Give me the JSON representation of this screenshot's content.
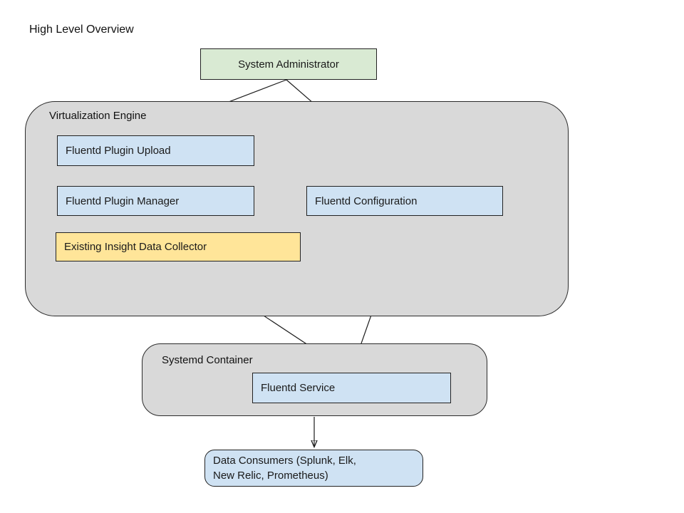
{
  "title": "High Level Overview",
  "colors": {
    "actor_green": "#d9ead3",
    "component_blue": "#cfe2f3",
    "legacy_yellow": "#ffe599",
    "container_gray": "#d9d9d9",
    "line_black": "#1c1c1c"
  },
  "containers": {
    "virtualization_engine": {
      "label": "Virtualization Engine"
    },
    "systemd_container": {
      "label": "Systemd Container"
    }
  },
  "nodes": {
    "system_administrator": {
      "label": "System Administrator"
    },
    "fluentd_plugin_upload": {
      "label": "Fluentd Plugin Upload"
    },
    "fluentd_plugin_manager": {
      "label": "Fluentd Plugin Manager"
    },
    "fluentd_configuration": {
      "label": "Fluentd Configuration"
    },
    "existing_insight_data_collector": {
      "label": "Existing Insight Data Collector"
    },
    "fluentd_service": {
      "label": "Fluentd Service"
    },
    "data_consumers": {
      "label": "Data Consumers (Splunk, Elk,\nNew Relic, Prometheus)"
    }
  },
  "edges": [
    {
      "from": "system_administrator",
      "to": "fluentd_plugin_upload"
    },
    {
      "from": "system_administrator",
      "to": "fluentd_configuration"
    },
    {
      "from": "fluentd_plugin_upload",
      "to": "fluentd_plugin_manager"
    },
    {
      "from": "fluentd_plugin_manager",
      "to": "fluentd_configuration"
    },
    {
      "from": "fluentd_configuration",
      "to": "fluentd_service"
    },
    {
      "from": "existing_insight_data_collector",
      "to": "fluentd_service"
    },
    {
      "from": "systemd_container",
      "to": "data_consumers"
    }
  ]
}
